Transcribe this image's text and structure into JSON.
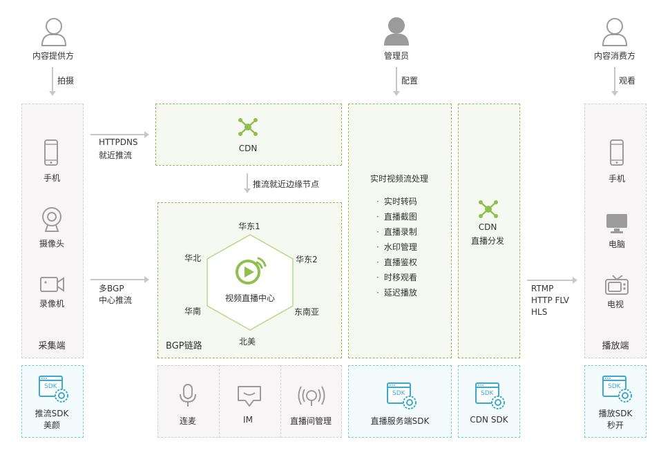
{
  "top": {
    "provider": "内容提供方",
    "admin": "管理员",
    "consumer": "内容消费方",
    "shoot": "拍摄",
    "configure": "配置",
    "watch": "观看"
  },
  "capture": {
    "phone": "手机",
    "camera": "摄像头",
    "recorder": "录像机",
    "footer": "采集端",
    "sdk_line1": "推流SDK",
    "sdk_line2": "美颜"
  },
  "arrows": {
    "httpdns_line1": "HTTPDNS",
    "httpdns_line2": "就近推流",
    "bgp_line1": "多BGP",
    "bgp_line2": "中心推流",
    "edge_push": "推流就近边缘节点",
    "out_line1": "RTMP",
    "out_line2": "HTTP FLV",
    "out_line3": "HLS"
  },
  "cdn_top": {
    "label": "CDN"
  },
  "bgp": {
    "center": "视频直播中心",
    "regions": [
      "华东1",
      "华东2",
      "东南亚",
      "北美",
      "华南",
      "华北"
    ],
    "footer": "BGP链路"
  },
  "tools": {
    "mic": "连麦",
    "im": "IM",
    "room": "直播间管理"
  },
  "processing": {
    "title": "实时视频流处理",
    "items": [
      "实时转码",
      "直播截图",
      "直播录制",
      "水印管理",
      "直播鉴权",
      "时移观看",
      "延迟播放"
    ],
    "sdk": "直播服务端SDK"
  },
  "cdn_dist": {
    "line1": "CDN",
    "line2": "直播分发",
    "sdk": "CDN SDK"
  },
  "player": {
    "phone": "手机",
    "pc": "电脑",
    "tv": "电视",
    "footer": "播放端",
    "sdk_line1": "播放SDK",
    "sdk_line2": "秒开"
  },
  "sdk_badge": "SDK",
  "colors": {
    "green": "#8fc04d",
    "blue": "#3aa8cf",
    "gray_icon": "#9b9b9b",
    "arrow": "#c8c8c8"
  }
}
